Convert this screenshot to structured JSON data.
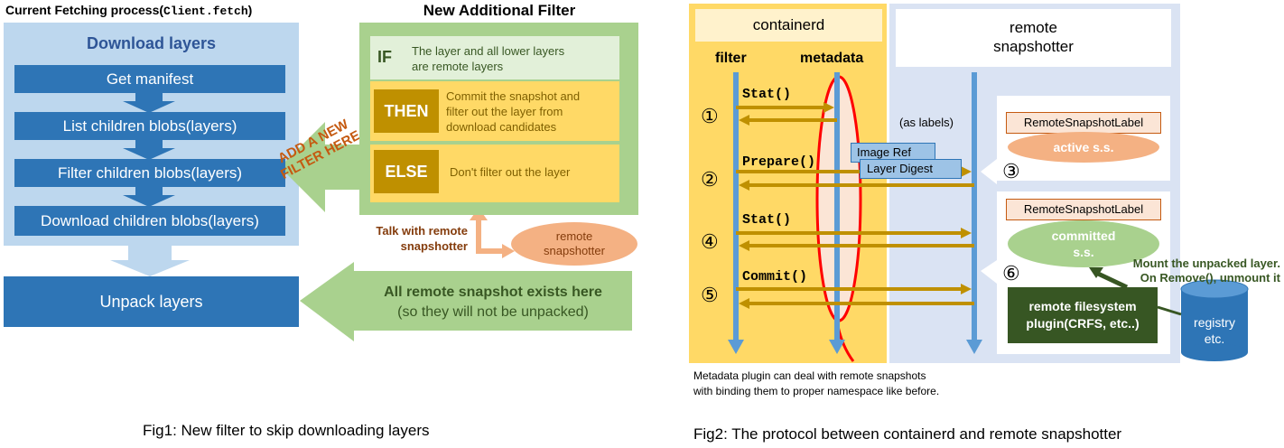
{
  "fig1": {
    "title_prefix": "Current Fetching process(",
    "title_code": "Client.fetch",
    "title_suffix": ")",
    "download_header": "Download layers",
    "steps": [
      "Get manifest",
      "List children blobs(layers)",
      "Filter children blobs(layers)",
      "Download children blobs(layers)"
    ],
    "unpack": "Unpack layers",
    "filter_title": "New Additional Filter",
    "if_label": "IF",
    "if_text": [
      "The layer and all lower layers",
      "are remote layers"
    ],
    "then_label": "THEN",
    "then_text": [
      "Commit the snapshot and",
      "filter out the layer from",
      "download candidates"
    ],
    "else_label": "ELSE",
    "else_text": "Don't filter out the layer",
    "add_filter": [
      "ADD A NEW",
      "FILTER HERE"
    ],
    "talk": [
      "Talk with remote",
      "snapshotter"
    ],
    "remote_snapshotter": [
      "remote",
      "snapshotter"
    ],
    "remote_exists": [
      "All remote snapshot exists here",
      "(so they will not be unpacked)"
    ],
    "caption": "Fig1: New filter to skip downloading layers"
  },
  "fig2": {
    "containerd": "containerd",
    "remote_snapshotter": [
      "remote",
      "snapshotter"
    ],
    "filter": "filter",
    "metadata": "metadata",
    "as_labels": "(as labels)",
    "calls": [
      "Stat()",
      "Prepare()",
      "Stat()",
      "Commit()"
    ],
    "steps": [
      "①",
      "②",
      "③",
      "④",
      "⑤",
      "⑥"
    ],
    "image_ref": "Image Ref",
    "layer_digest": "Layer Digest",
    "label_key": "RemoteSnapshotLabel",
    "active": "active s.s.",
    "committed": [
      "committed",
      "s.s."
    ],
    "fs_plugin": [
      "remote filesystem",
      "plugin(CRFS, etc..)"
    ],
    "mount_note": [
      "Mount the unpacked layer.",
      "On Remove(), unmount it"
    ],
    "registry": [
      "registry",
      "etc."
    ],
    "metadata_note": [
      "Metadata plugin can deal with remote snapshots",
      "with binding them to proper namespace like before."
    ],
    "caption": "Fig2: The protocol between containerd and remote snapshotter"
  },
  "colors": {
    "dark_blue": "#2e75b6",
    "light_blue": "#bdd7ee",
    "green_bg": "#a9d18e",
    "pale_green": "#e2f0d9",
    "gold": "#bf9000",
    "yellow": "#ffd966",
    "orange_text": "#c55a11",
    "salmon": "#f4b183",
    "containerd_bg": "#ffd966",
    "remote_bg": "#dae3f3",
    "arrow_gold": "#bf9000",
    "arrow_blue": "#5b9bd5",
    "red": "#ff0000",
    "dark_green": "#375623",
    "light_green": "#a9d18e",
    "ref_blue": "#9dc3e6"
  }
}
